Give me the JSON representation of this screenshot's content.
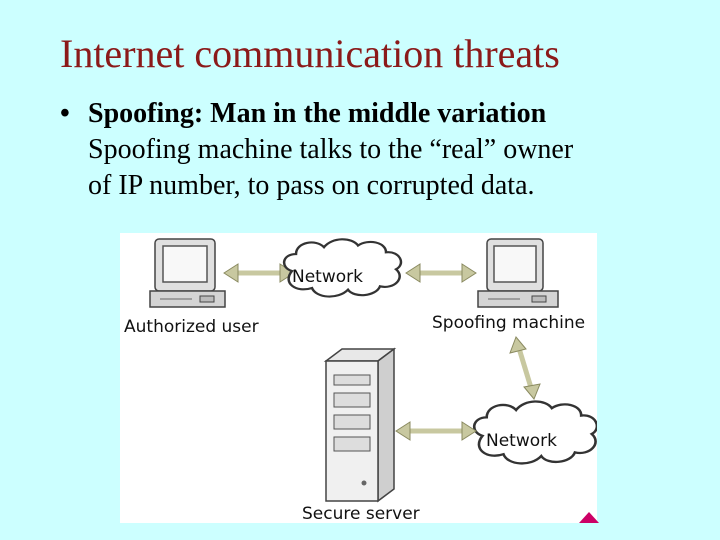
{
  "slide": {
    "title": "Internet communication threats",
    "bullet": {
      "heading": "Spoofing: Man in the middle variation",
      "lines": [
        "Spoofing machine talks to the “real” owner",
        "of IP number, to pass on corrupted data."
      ]
    }
  },
  "diagram": {
    "labels": {
      "authorized_user": "Authorized user",
      "network_top": "Network",
      "spoofing_machine": "Spoofing machine",
      "network_bottom": "Network",
      "secure_server": "Secure server"
    }
  },
  "colors": {
    "background": "#ccffff",
    "title": "#8b1a1a",
    "arrow": "#c8c8a0",
    "cloud_fill": "#ffffff",
    "cloud_stroke": "#333333",
    "marker": "#cc0066"
  }
}
